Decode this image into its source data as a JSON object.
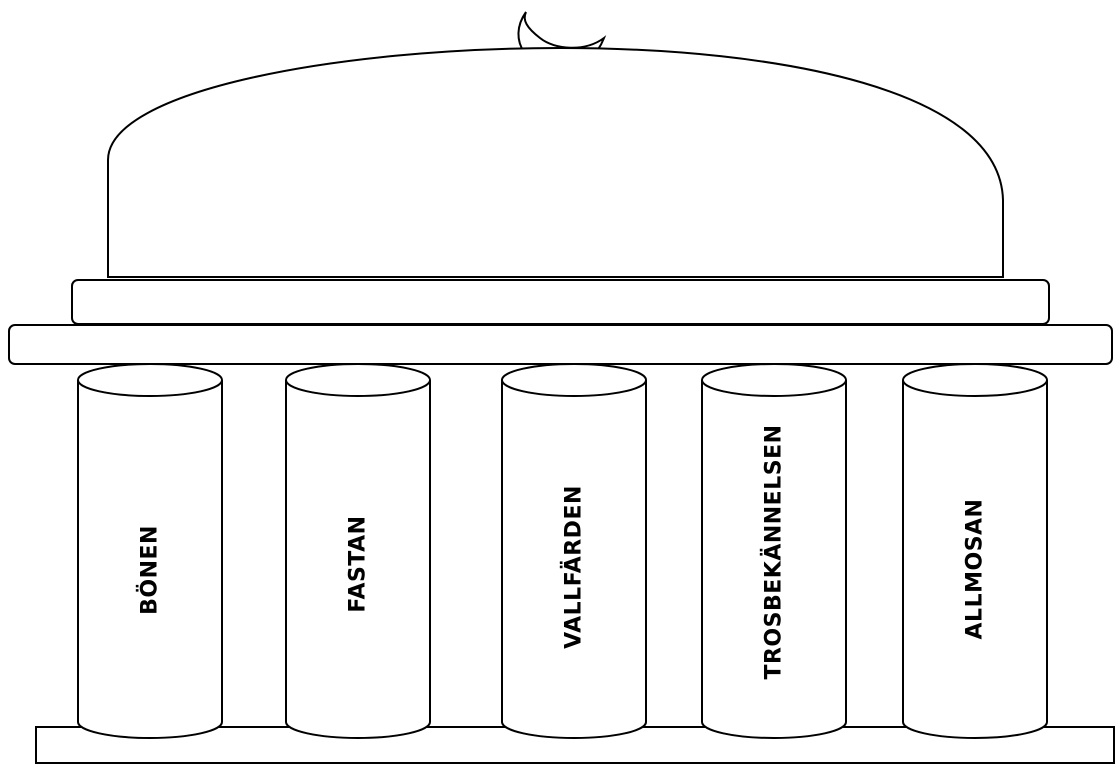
{
  "diagram": {
    "pillars": [
      {
        "label": "BÖNEN"
      },
      {
        "label": "FASTAN"
      },
      {
        "label": "VALLFÄRDEN"
      },
      {
        "label": "TROSBEKÄNNELSEN"
      },
      {
        "label": "ALLMOSAN"
      }
    ],
    "icons": {
      "top": "crescent-moon-icon"
    },
    "colors": {
      "stroke": "#000000",
      "fill": "#ffffff"
    }
  }
}
